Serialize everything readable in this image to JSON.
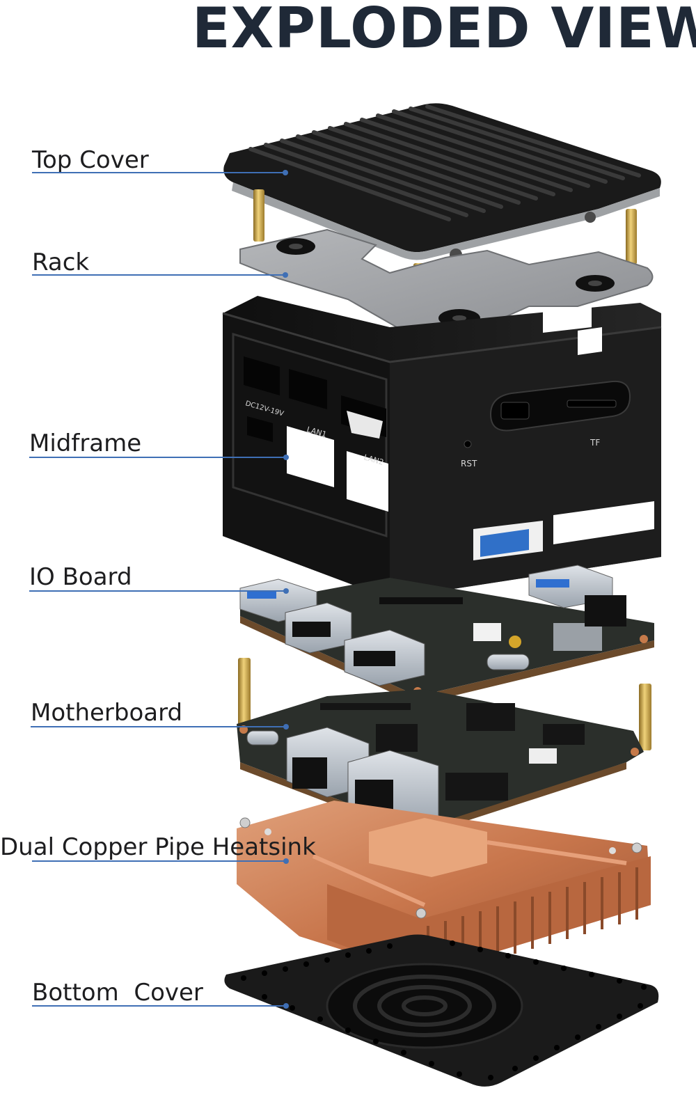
{
  "title": "EXPLODED VIEW",
  "parts": [
    {
      "label": "Top Cover"
    },
    {
      "label": "Rack"
    },
    {
      "label": "Midframe"
    },
    {
      "label": "IO Board"
    },
    {
      "label": "Motherboard"
    },
    {
      "label": "Dual Copper Pipe Heatsink"
    },
    {
      "label": "Bottom  Cover"
    }
  ],
  "case_markings": {
    "dc_in": "DC12V-19V",
    "lan1": "LAN1",
    "lan2": "LAN2",
    "reset": "RST",
    "tf_slot": "TF"
  },
  "colors": {
    "title": "#1f2937",
    "leader_line": "#3f6fb5",
    "case_black": "#151515",
    "rack_gray": "#9a9c9f",
    "pcb": "#2b2f2b",
    "copper": "#c9784f",
    "brass_standoff": "#c9a24a"
  }
}
